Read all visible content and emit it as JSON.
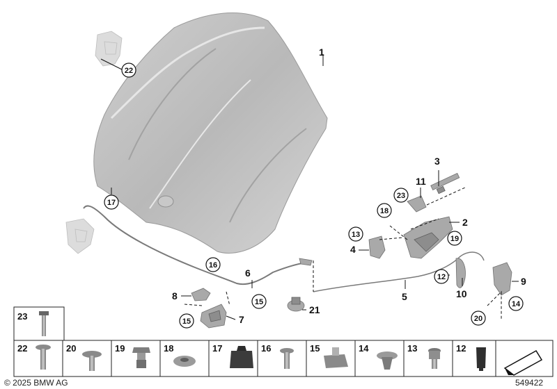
{
  "hood_label": "1",
  "callouts": [
    "1",
    "2",
    "3",
    "4",
    "5",
    "6",
    "7",
    "8",
    "9",
    "10",
    "11",
    "12",
    "13",
    "14",
    "15",
    "16",
    "17",
    "18",
    "19",
    "20",
    "21",
    "22",
    "23"
  ],
  "fastener_table": {
    "top_cell": "23",
    "row": [
      "22",
      "20",
      "19",
      "18",
      "17",
      "16",
      "15",
      "14",
      "13",
      "12"
    ]
  },
  "footer": {
    "copyright": "© 2025 BMW AG",
    "diagram_id": "549422"
  }
}
